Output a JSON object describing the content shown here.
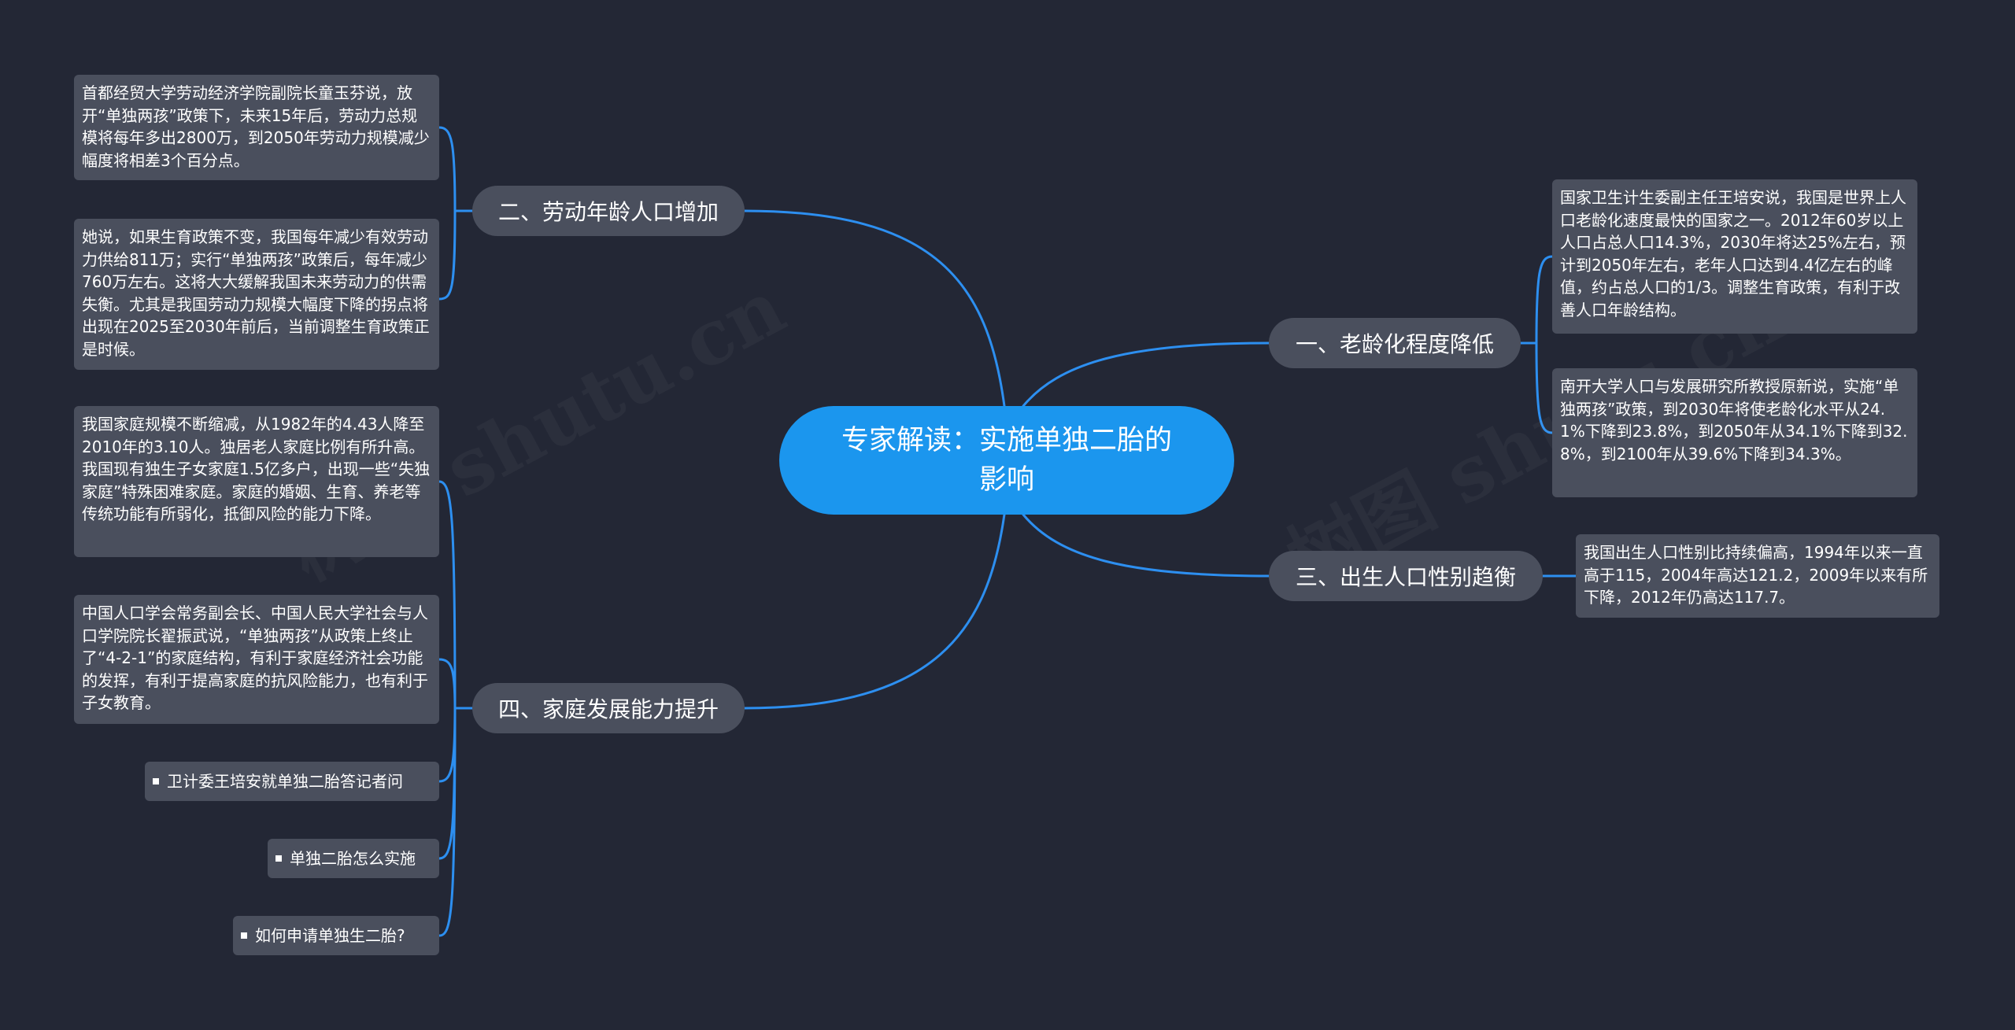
{
  "watermark": [
    "树图 shutu.cn",
    "树图 shutu.cn"
  ],
  "root": {
    "title": "专家解读：实施单独二胎的影响"
  },
  "colors": {
    "background": "#232735",
    "root": "#1b96ee",
    "node": "#4a4f5d",
    "link": "#2d8ff0"
  },
  "branches": {
    "b1": {
      "title": "一、老龄化程度降低",
      "items": [
        "国家卫生计生委副主任王培安说，我国是世界上人口老龄化速度最快的国家之一。2012年60岁以上人口占总人口14.3%，2030年将达25%左右，预计到2050年左右，老年人口达到4.4亿左右的峰值，约占总人口的1/3。调整生育政策，有利于改善人口年龄结构。",
        "南开大学人口与发展研究所教授原新说，实施“单独两孩”政策，到2030年将使老龄化水平从24.1%下降到23.8%，到2050年从34.1%下降到32.8%，到2100年从39.6%下降到34.3%。"
      ]
    },
    "b2": {
      "title": "二、劳动年龄人口增加",
      "items": [
        "首都经贸大学劳动经济学院副院长童玉芬说，放开“单独两孩”政策下，未来15年后，劳动力总规模将每年多出2800万，到2050年劳动力规模减少幅度将相差3个百分点。",
        "她说，如果生育政策不变，我国每年减少有效劳动力供给811万；实行“单独两孩”政策后，每年减少760万左右。这将大大缓解我国未来劳动力的供需失衡。尤其是我国劳动力规模大幅度下降的拐点将出现在2025至2030年前后，当前调整生育政策正是时候。"
      ]
    },
    "b3": {
      "title": "三、出生人口性别趋衡",
      "items": [
        "我国出生人口性别比持续偏高，1994年以来一直高于115，2004年高达121.2，2009年以来有所下降，2012年仍高达117.7。"
      ]
    },
    "b4": {
      "title": "四、家庭发展能力提升",
      "items": [
        "我国家庭规模不断缩减，从1982年的4.43人降至2010年的3.10人。独居老人家庭比例有所升高。我国现有独生子女家庭1.5亿多户，出现一些“失独家庭”特殊困难家庭。家庭的婚姻、生育、养老等传统功能有所弱化，抵御风险的能力下降。",
        "中国人口学会常务副会长、中国人民大学社会与人口学院院长翟振武说，“单独两孩”从政策上终止了“4-2-1”的家庭结构，有利于家庭经济社会功能的发挥，有利于提高家庭的抗风险能力，也有利于子女教育。",
        "卫计委王培安就单独二胎答记者问",
        "单独二胎怎么实施",
        "如何申请单独生二胎?"
      ]
    }
  }
}
